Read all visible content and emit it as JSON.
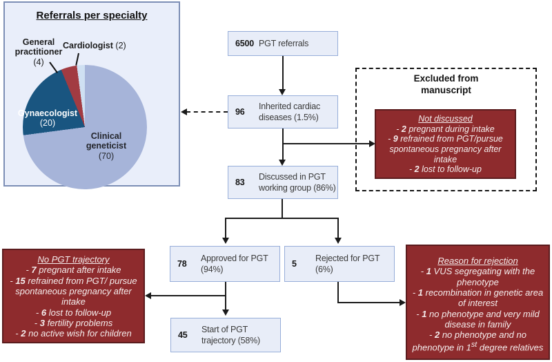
{
  "pie_panel": {
    "title": "Referrals per specialty",
    "labels": {
      "gp": {
        "name": "General practitioner",
        "count": "(4)"
      },
      "cardiologist": {
        "name": "Cardiologist",
        "count": "(2)"
      },
      "gynaecologist": {
        "name": "Gynaecologist",
        "count": "(20)"
      },
      "clinical_geneticist": {
        "name": "Clinical geneticist",
        "count": "(70)"
      }
    }
  },
  "chart_data": {
    "type": "pie",
    "title": "Referrals per specialty",
    "segments": [
      {
        "label": "Clinical geneticist",
        "value": 70,
        "color": "#a6b4d9"
      },
      {
        "label": "Gynaecologist",
        "value": 20,
        "color": "#195580"
      },
      {
        "label": "General practitioner",
        "value": 4,
        "color": "#a23b42"
      },
      {
        "label": "Cardiologist",
        "value": 2,
        "color": "#cfe0f2"
      }
    ],
    "total": 96,
    "start_angle_deg": 0,
    "direction": "clockwise"
  },
  "flow": {
    "referrals": {
      "num": "6500",
      "label": "PGT referrals"
    },
    "inherited": {
      "num": "96",
      "label": "Inherited cardiac diseases (1.5%)"
    },
    "discussed": {
      "num": "83",
      "label": "Discussed in PGT working group (86%)"
    },
    "approved": {
      "num": "78",
      "label": "Approved for PGT (94%)"
    },
    "rejected": {
      "num": "5",
      "label": "Rejected for PGT (6%)"
    },
    "start": {
      "num": "45",
      "label": "Start of PGT trajectory (58%)"
    }
  },
  "excluded_panel": {
    "title": "Excluded from manuscript",
    "note": {
      "title": "Not discussed",
      "items": [
        {
          "num": "2",
          "text": "pregnant during intake"
        },
        {
          "num": "9",
          "text": "refrained from PGT/pursue spontaneous pregnancy after intake"
        },
        {
          "num": "2",
          "text": "lost to follow-up"
        }
      ]
    }
  },
  "no_trajectory_note": {
    "title": "No PGT trajectory",
    "items": [
      {
        "num": "7",
        "text": "pregnant after intake"
      },
      {
        "num": "15",
        "text": "refrained from PGT/ pursue spontaneous pregnancy after intake"
      },
      {
        "num": "6",
        "text": "lost to follow-up"
      },
      {
        "num": "3",
        "text": "fertility problems"
      },
      {
        "num": "2",
        "text": "no active wish for children"
      }
    ]
  },
  "rejection_note": {
    "title": "Reason for rejection",
    "items": [
      {
        "num": "1",
        "text": "VUS segregating with the phenotype"
      },
      {
        "num": "1",
        "text": "recombination in genetic area of interest"
      },
      {
        "num": "1",
        "text": "no phenotype and very mild disease in family"
      },
      {
        "num": "2",
        "pre": "no phenotype and no phenotype in 1",
        "sup": "st",
        "post": " degree relatives"
      }
    ]
  },
  "colors": {
    "flow_box_fill": "#e8edf8",
    "flow_box_border": "#96add9",
    "note_fill": "#8e2b2d",
    "note_border": "#5a1b1d",
    "panel_fill": "#e9eefa",
    "panel_border": "#7c8eb5",
    "arrow": "#1a1a1a"
  }
}
